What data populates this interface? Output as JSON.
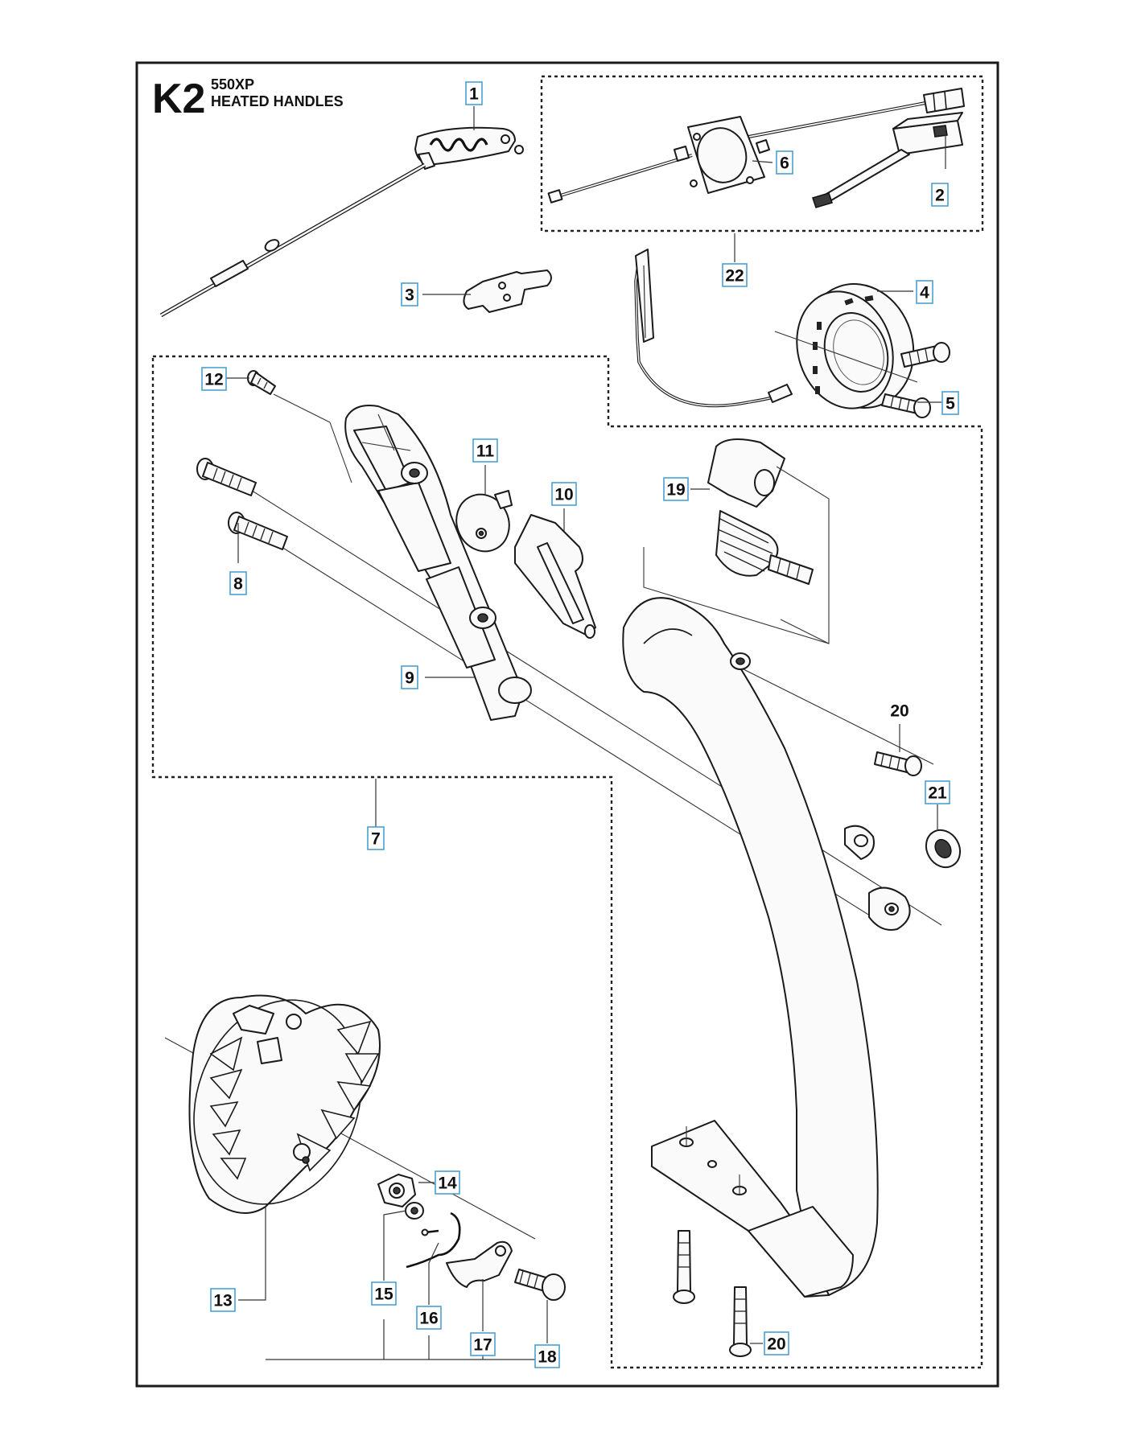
{
  "header": {
    "code": "K2",
    "model": "550XP",
    "title": "HEATED HANDLES"
  },
  "callouts": [
    {
      "id": "c1",
      "label": "1"
    },
    {
      "id": "c2",
      "label": "2"
    },
    {
      "id": "c3",
      "label": "3"
    },
    {
      "id": "c4",
      "label": "4"
    },
    {
      "id": "c5",
      "label": "5"
    },
    {
      "id": "c6",
      "label": "6"
    },
    {
      "id": "c7",
      "label": "7"
    },
    {
      "id": "c8",
      "label": "8"
    },
    {
      "id": "c9",
      "label": "9"
    },
    {
      "id": "c10",
      "label": "10"
    },
    {
      "id": "c11",
      "label": "11"
    },
    {
      "id": "c12",
      "label": "12"
    },
    {
      "id": "c13",
      "label": "13"
    },
    {
      "id": "c14",
      "label": "14"
    },
    {
      "id": "c15",
      "label": "15"
    },
    {
      "id": "c16",
      "label": "16"
    },
    {
      "id": "c17",
      "label": "17"
    },
    {
      "id": "c18",
      "label": "18"
    },
    {
      "id": "c19",
      "label": "19"
    },
    {
      "id": "c20a",
      "label": "20"
    },
    {
      "id": "c20b",
      "label": "20"
    },
    {
      "id": "c21",
      "label": "21"
    },
    {
      "id": "c22",
      "label": "22"
    }
  ]
}
